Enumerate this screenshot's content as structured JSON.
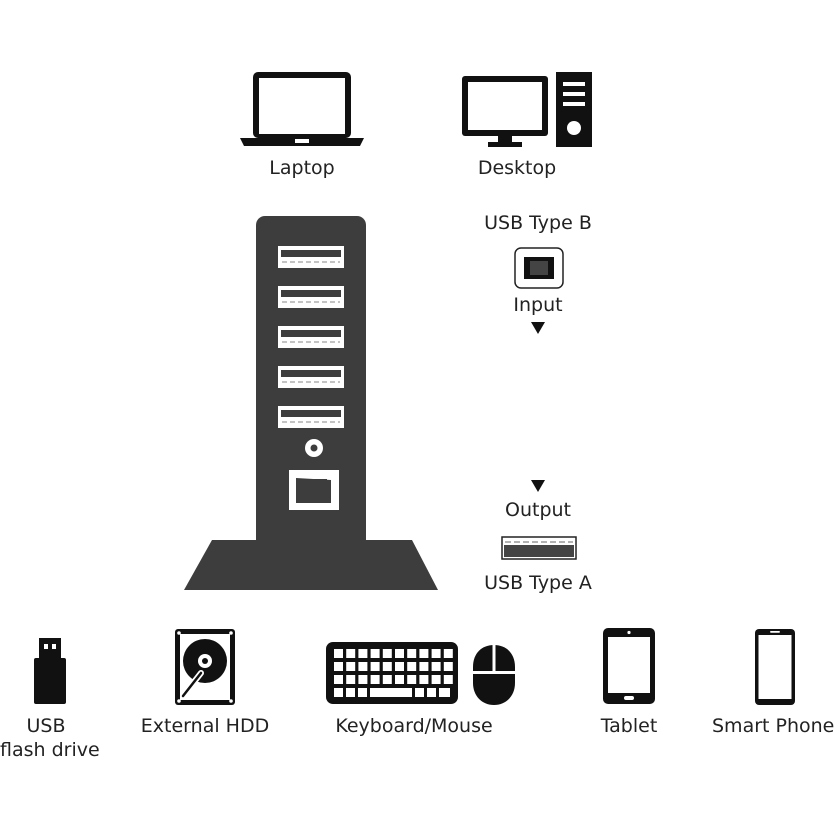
{
  "hosts": {
    "laptop_label": "Laptop",
    "desktop_label": "Desktop"
  },
  "connectors": {
    "input_type": "USB Type B",
    "input_label": "Input",
    "output_label": "Output",
    "output_type": "USB Type A"
  },
  "devices": {
    "usb_line1": "USB",
    "usb_line2": "flash drive",
    "hdd": "External HDD",
    "keyboard_mouse": "Keyboard/Mouse",
    "tablet": "Tablet",
    "phone": "Smart Phone"
  },
  "hub": {
    "port_count": 5
  },
  "colors": {
    "ink": "#111111",
    "hub_body": "#3d3d3d",
    "text": "#222222"
  }
}
